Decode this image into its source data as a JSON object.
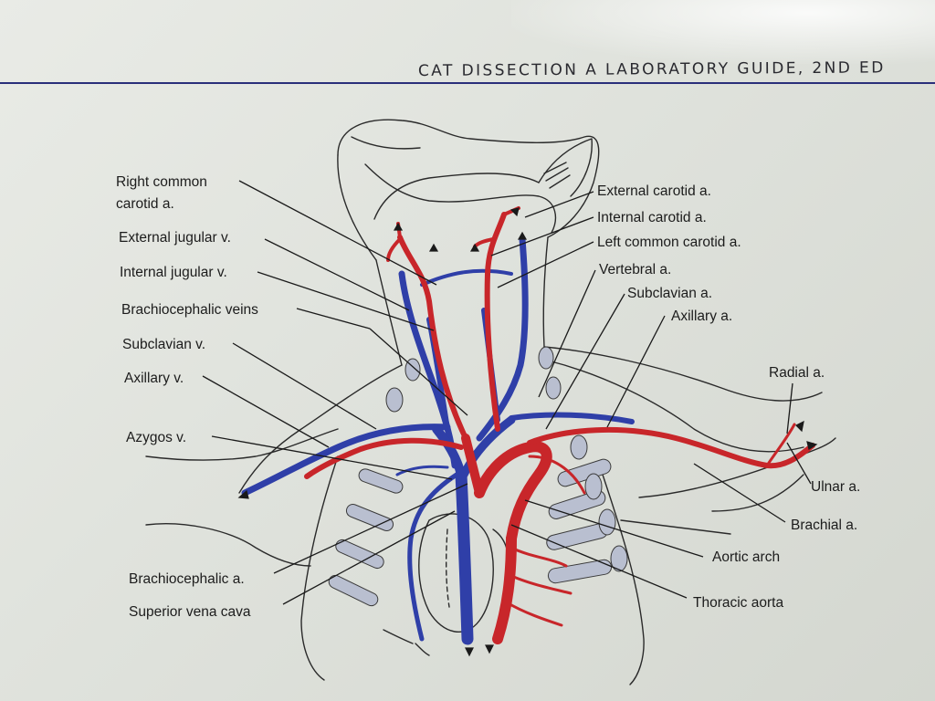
{
  "running_head": "CAT DISSECTION A LABORATORY GUIDE, 2ND ED",
  "colors": {
    "vein": "#2f3fa8",
    "artery": "#c8262a",
    "rule": "#2a2f7a",
    "paper": "#e3e6e0"
  },
  "labels": {
    "right_common_carotid_line1": "Right common",
    "right_common_carotid_line2": "carotid a.",
    "external_jugular": "External jugular v.",
    "internal_jugular": "Internal jugular v.",
    "brachiocephalic_veins": "Brachiocephalic veins",
    "subclavian_v": "Subclavian v.",
    "axillary_v": "Axillary v.",
    "azygos_v": "Azygos  v.",
    "brachiocephalic_a": "Brachiocephalic a.",
    "superior_vena_cava": "Superior vena cava",
    "external_carotid": "External carotid a.",
    "internal_carotid": "Internal carotid a.",
    "left_common_carotid": "Left common carotid a.",
    "vertebral": "Vertebral a.",
    "subclavian_a": "Subclavian a.",
    "axillary_a": "Axillary a.",
    "radial": "Radial a.",
    "ulnar": "Ulnar a.",
    "brachial": "Brachial a.",
    "aortic_arch": "Aortic arch",
    "thoracic_aorta": "Thoracic aorta"
  }
}
